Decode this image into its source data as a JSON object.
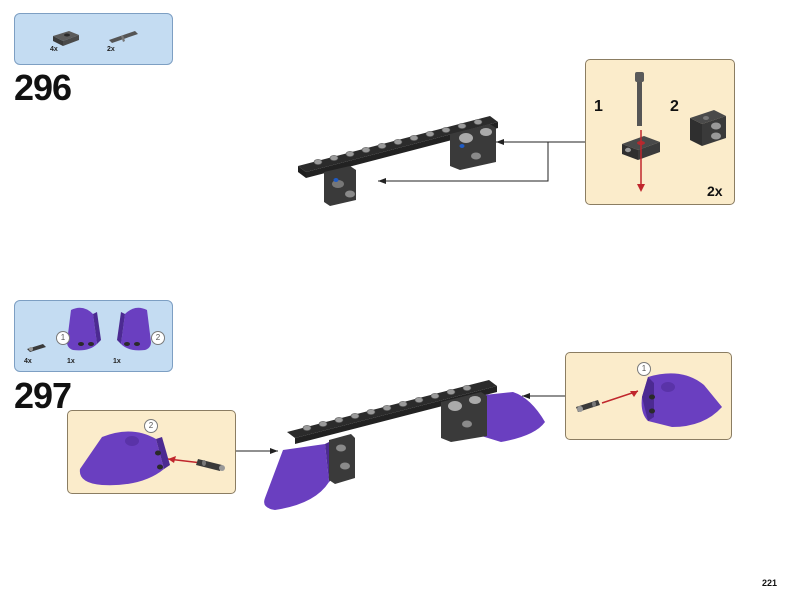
{
  "step296": {
    "number": "296",
    "parts": [
      {
        "icon": "connector-block-icon",
        "qty": "4x"
      },
      {
        "icon": "axle-pin-icon",
        "qty": "2x"
      }
    ],
    "callout": {
      "sub1": "1",
      "sub2": "2",
      "multiplier": "2x"
    }
  },
  "step297": {
    "number": "297",
    "parts": [
      {
        "icon": "pin-icon",
        "qty": "4x"
      },
      {
        "icon": "purple-panel-left-icon",
        "qty": "1x",
        "marker": "1"
      },
      {
        "icon": "purple-panel-right-icon",
        "qty": "1x",
        "marker": "2"
      }
    ],
    "callout_right": {
      "marker": "1"
    },
    "callout_left": {
      "marker": "2"
    }
  },
  "colors": {
    "parts_box": "#c4dcf2",
    "callout": "#fbeccb",
    "purple": "#6a3fc0",
    "beam": "#2b2b2b",
    "arrow_red": "#c0262c"
  },
  "page": {
    "number": "221"
  }
}
